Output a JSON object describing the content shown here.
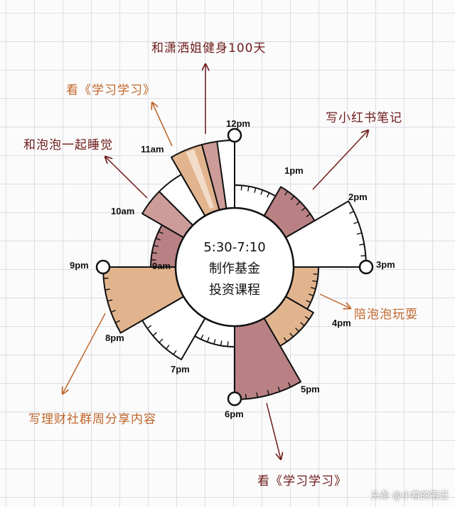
{
  "center_text": [
    "5:30-7:10",
    "制作基金",
    "投资课程"
  ],
  "hours": [
    {
      "id": "12pm",
      "label": "12pm"
    },
    {
      "id": "1pm",
      "label": "1pm"
    },
    {
      "id": "2pm",
      "label": "2pm"
    },
    {
      "id": "3pm",
      "label": "3pm"
    },
    {
      "id": "4pm",
      "label": "4pm"
    },
    {
      "id": "5pm",
      "label": "5pm"
    },
    {
      "id": "6pm",
      "label": "6pm"
    },
    {
      "id": "7pm",
      "label": "7pm"
    },
    {
      "id": "8pm",
      "label": "8pm"
    },
    {
      "id": "9pm",
      "label": "9pm"
    },
    {
      "id": "9am",
      "label": "9am"
    },
    {
      "id": "10am",
      "label": "10am"
    },
    {
      "id": "11am",
      "label": "11am"
    }
  ],
  "annotations": [
    {
      "id": "fitness",
      "text": "和潇洒姐健身100天",
      "color": "#6e1a1a"
    },
    {
      "id": "study-morning",
      "text": "看《学习学习》",
      "color": "#c0662a"
    },
    {
      "id": "xiaohongshu",
      "text": "写小红书笔记",
      "color": "#6e1a1a"
    },
    {
      "id": "nap",
      "text": "和泡泡一起睡觉",
      "color": "#6e1a1a"
    },
    {
      "id": "play",
      "text": "陪泡泡玩耍",
      "color": "#c0662a"
    },
    {
      "id": "share",
      "text": "写理财社群周分享内容",
      "color": "#c0662a"
    },
    {
      "id": "study-evening",
      "text": "看《学习学习》",
      "color": "#6e1a1a"
    }
  ],
  "colors": {
    "mauve": "#b98184",
    "pink": "#cd9c98",
    "peach": "#e2b48e",
    "white": "#ffffff",
    "dark_red": "#6e1a1a",
    "orange": "#c0662a"
  },
  "watermark": "头条 @小希的笔记"
}
